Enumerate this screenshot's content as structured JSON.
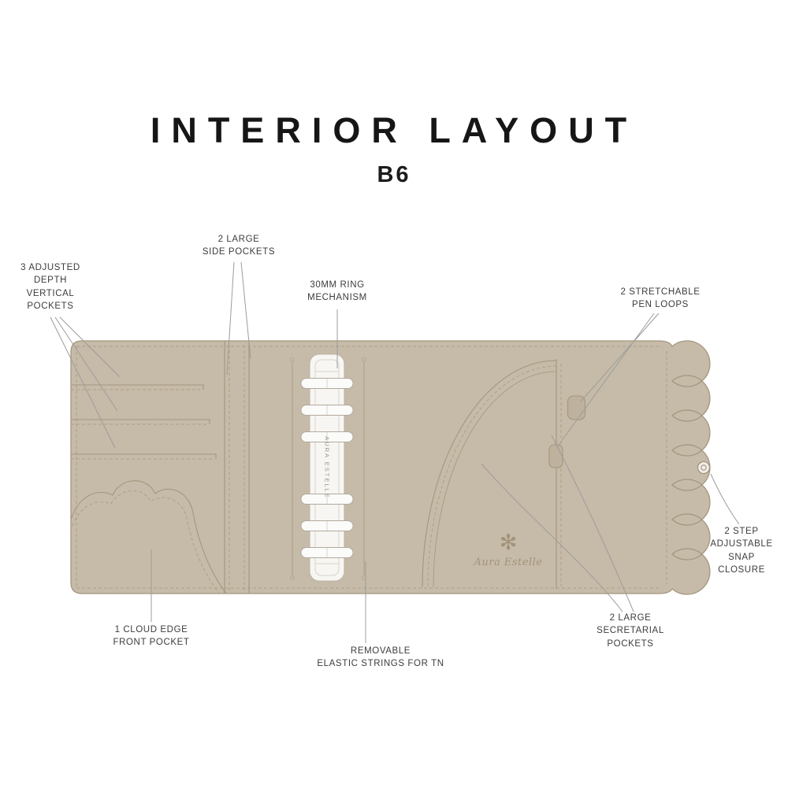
{
  "header": {
    "title": "INTERIOR LAYOUT",
    "subtitle": "B6"
  },
  "labels": {
    "vertical_pockets": "3 ADJUSTED\nDEPTH\nVERTICAL\nPOCKETS",
    "side_pockets": "2 LARGE\nSIDE POCKETS",
    "ring_mechanism": "30MM RING\nMECHANISM",
    "pen_loops": "2 STRETCHABLE\nPEN LOOPS",
    "snap_closure": "2 STEP\nADJUSTABLE\nSNAP CLOSURE",
    "secretarial_pockets": "2 LARGE\nSECRETARIAL\nPOCKETS",
    "cloud_pocket": "1 CLOUD EDGE\nFRONT POCKET",
    "elastic_strings": "REMOVABLE\nELASTIC STRINGS FOR TN"
  },
  "diagram": {
    "spine_text": "AURA ESTELLE",
    "logo_mark": "✻",
    "logo_text": "Aura Estelle",
    "colors": {
      "leather": "#c6bba8",
      "leatherdark": "#beb19d",
      "outline": "#a4967f",
      "stitch": "#ad9f88",
      "mechanism": "#f7f6f3",
      "callout": "#9c9c9c"
    }
  }
}
